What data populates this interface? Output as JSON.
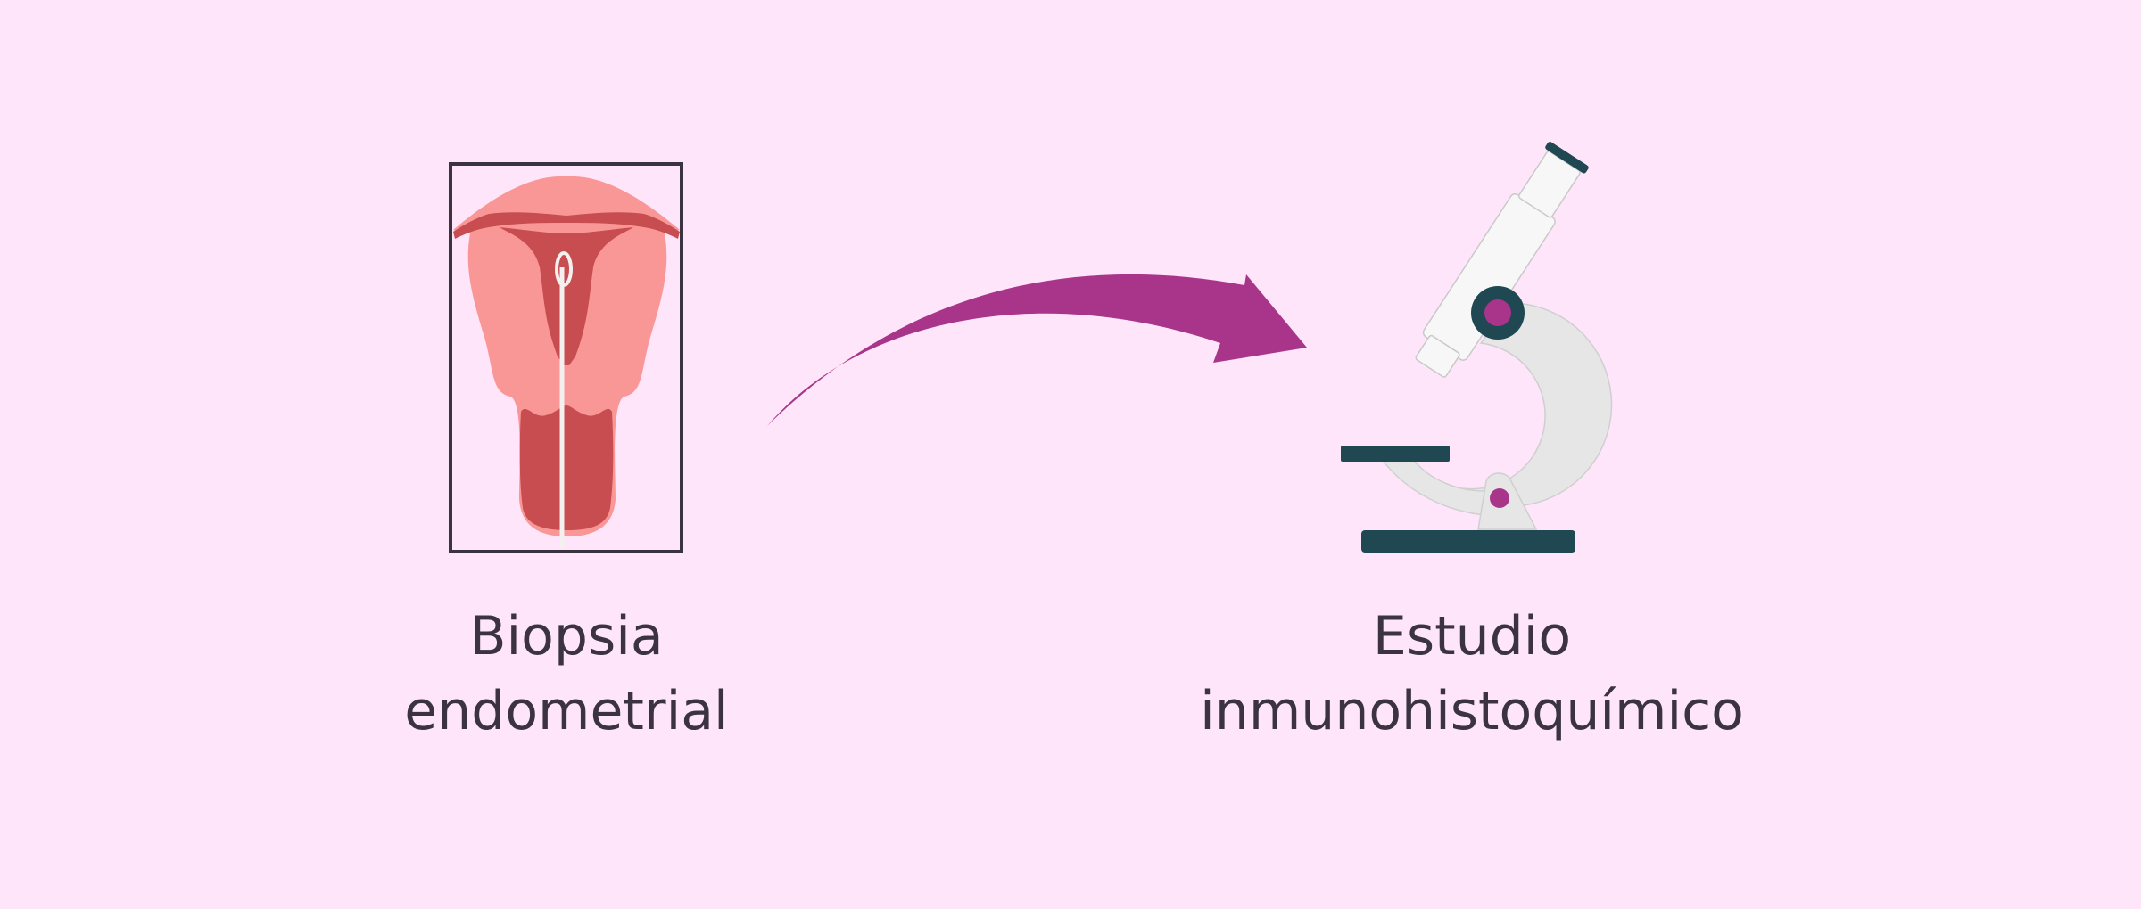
{
  "colors": {
    "background": "#fee5fa",
    "text": "#3b3440",
    "arrow": "#a8358a",
    "uterus_outer": "#f99797",
    "uterus_inner": "#c74d50",
    "microscope_dark": "#1f4852",
    "microscope_light": "#e6e6e6",
    "accent_dot": "#a8358a"
  },
  "steps": [
    {
      "label_line1": "Biopsia",
      "label_line2": "endometrial",
      "icon": "uterus-biopsy-icon"
    },
    {
      "label_line1": "Estudio",
      "label_line2": "inmunohistoquímico",
      "icon": "microscope-icon"
    }
  ],
  "connector": {
    "icon": "curved-arrow-icon",
    "direction": "left-to-right"
  }
}
